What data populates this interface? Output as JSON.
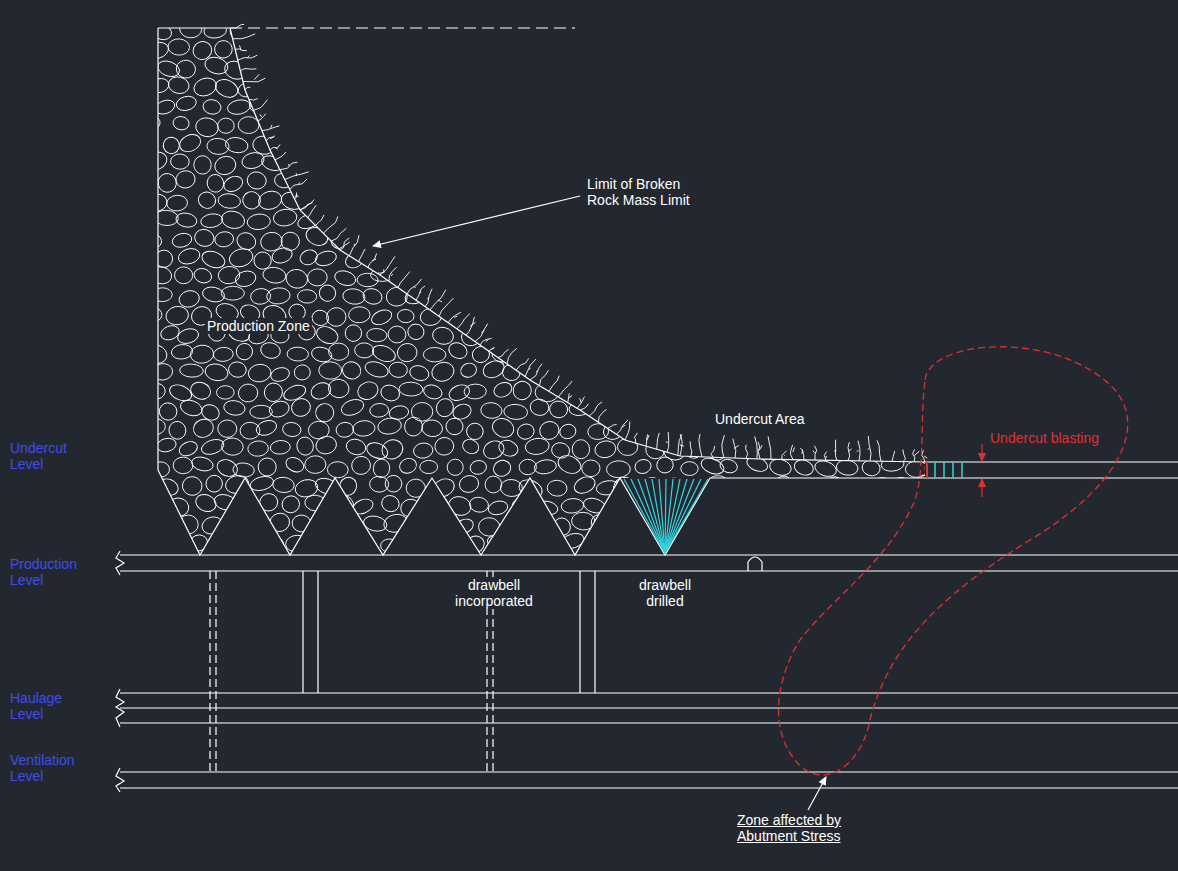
{
  "diagram": {
    "labels": [
      "Limit of Broken Rock Mass Limit",
      "Production Zone",
      "Undercut Area",
      "Undercut blasting",
      "Undercut Level",
      "Production Level",
      "drawbell incorporated",
      "drawbell drilled",
      "Haulage Level",
      "Ventilation Level",
      "Zone affected by Abutment Stress"
    ]
  }
}
